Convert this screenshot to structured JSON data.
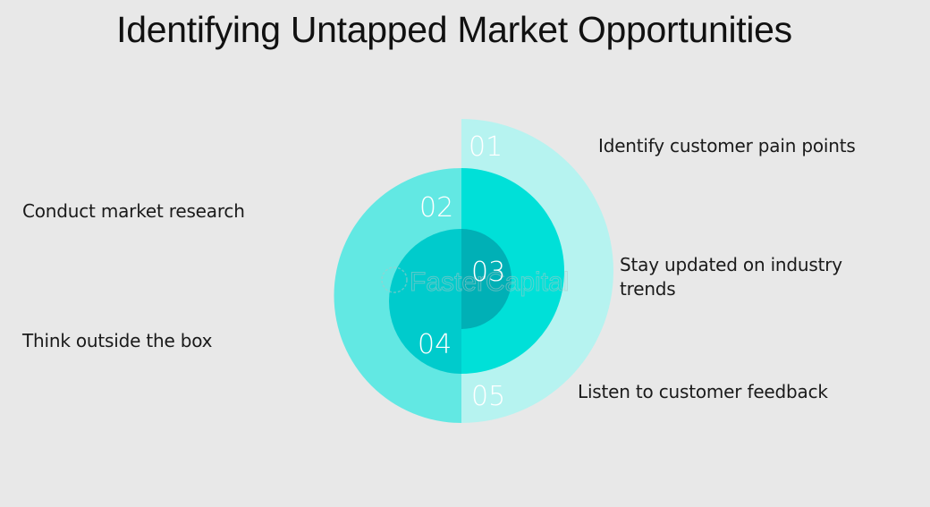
{
  "title": "Identifying Untapped Market Opportunities",
  "watermark": "FasterCapital",
  "colors": {
    "background": "#e8e8e8",
    "layer_01_05": "#b6f3f0",
    "layer_02": "#62e8e3",
    "layer_02_right": "#00e0d8",
    "layer_04": "#00cbcc",
    "layer_03": "#00b0b6"
  },
  "steps": [
    {
      "number": "01",
      "label": "Identify customer pain points"
    },
    {
      "number": "02",
      "label": "Conduct market research"
    },
    {
      "number": "03",
      "label": "Stay updated on industry trends",
      "label_line1": "Stay updated on industry",
      "label_line2": "trends"
    },
    {
      "number": "04",
      "label": "Think outside the box"
    },
    {
      "number": "05",
      "label": "Listen to customer feedback"
    }
  ]
}
